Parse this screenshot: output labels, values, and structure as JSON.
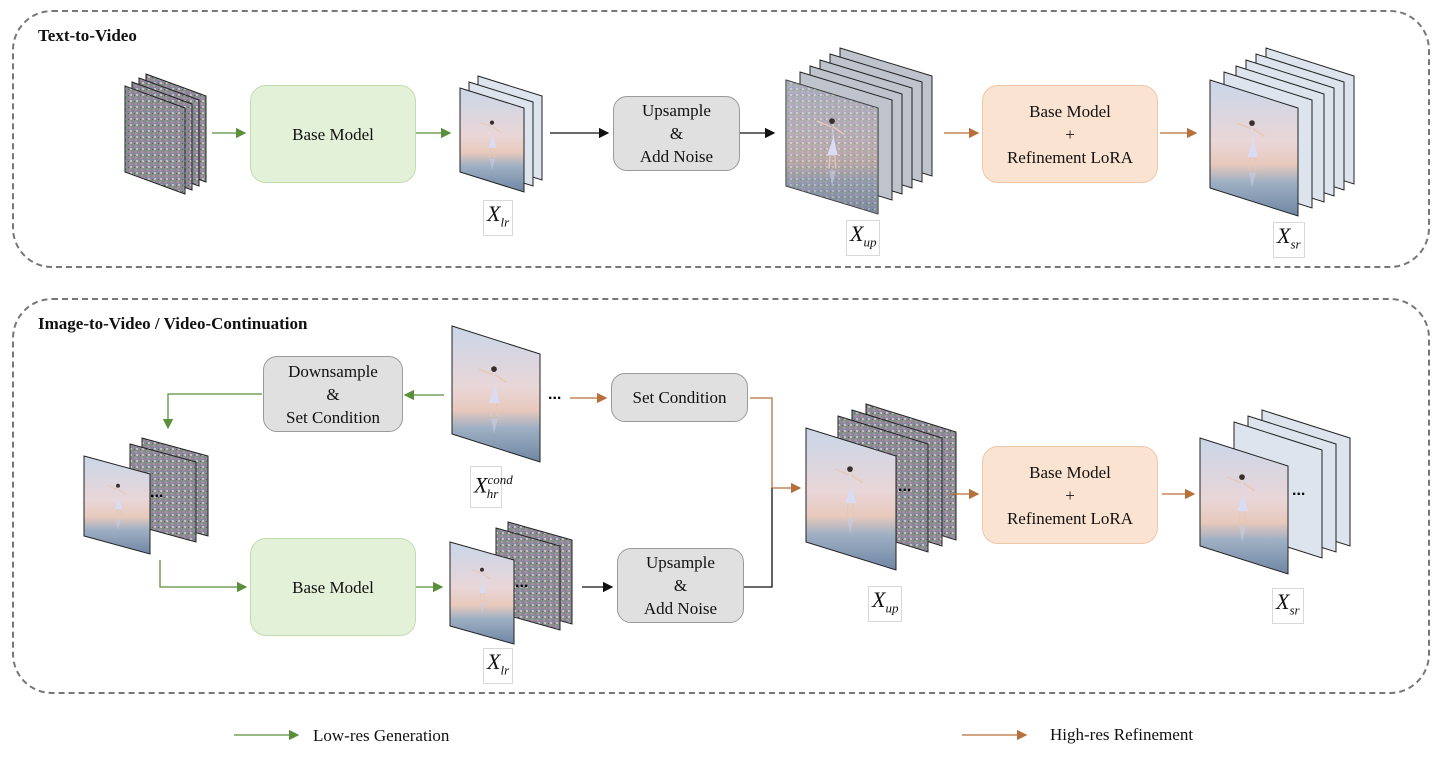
{
  "panels": {
    "t2v": {
      "title": "Text-to-Video"
    },
    "i2v": {
      "title": "Image-to-Video / Video-Continuation"
    }
  },
  "boxes": {
    "t2v_base": "Base Model",
    "t2v_upsample": "Upsample\n&\nAdd Noise",
    "t2v_refine": "Base Model\n+\nRefinement LoRA",
    "i2v_downsample": "Downsample\n&\nSet Condition",
    "i2v_setcond": "Set Condition",
    "i2v_base": "Base Model",
    "i2v_upsample": "Upsample\n&\nAdd Noise",
    "i2v_refine": "Base Model\n+\nRefinement LoRA"
  },
  "labels": {
    "x": "X",
    "lr": "lr",
    "up": "up",
    "sr": "sr",
    "hr": "hr",
    "cond": "cond",
    "ellipsis": "..."
  },
  "legend": {
    "low_res": "Low-res Generation",
    "high_res": "High-res Refinement"
  },
  "colors": {
    "green_arrow": "#5a8f3c",
    "orange_arrow": "#b8703a",
    "black_arrow": "#111111"
  }
}
